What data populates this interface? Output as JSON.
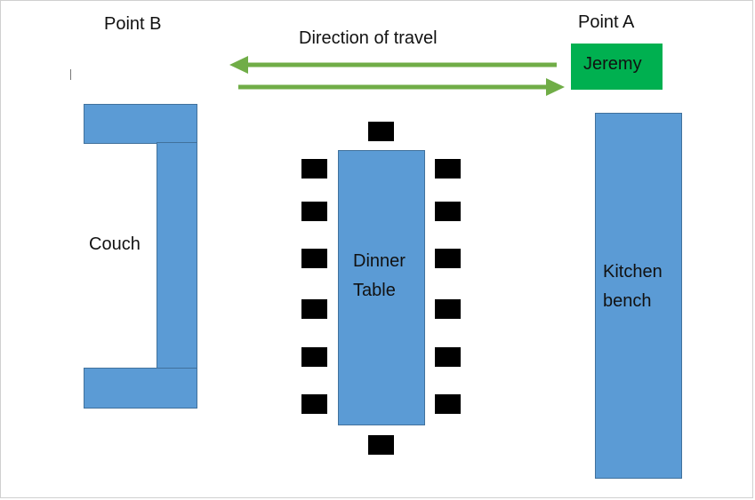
{
  "labels": {
    "point_b": "Point B",
    "point_a": "Point A",
    "direction": "Direction of travel",
    "jeremy": "Jeremy",
    "couch": "Couch",
    "dinner_table": [
      "Dinner",
      "Table"
    ],
    "kitchen_bench": [
      "Kitchen",
      "bench"
    ]
  },
  "colors": {
    "furniture": "#5b9bd5",
    "furniture_border": "#41719c",
    "person": "#00b050",
    "arrow": "#70ad47",
    "chair": "#000000"
  },
  "arrows": [
    {
      "direction": "left"
    },
    {
      "direction": "right"
    }
  ]
}
